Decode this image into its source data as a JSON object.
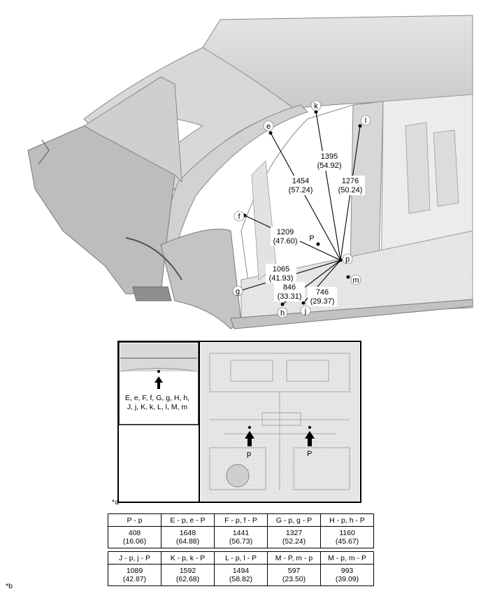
{
  "diagram": {
    "points": {
      "e": "e",
      "k": "k",
      "l": "l",
      "f": "f",
      "P": "P",
      "p": "p",
      "g": "g",
      "m": "m",
      "h": "h",
      "j": "j"
    },
    "measurements": [
      {
        "id": "p-k",
        "value": "1395",
        "inch": "(54.92)"
      },
      {
        "id": "p-e",
        "value": "1454",
        "inch": "(57.24)"
      },
      {
        "id": "p-l",
        "value": "1276",
        "inch": "(50.24)"
      },
      {
        "id": "p-f",
        "value": "1209",
        "inch": "(47.60)"
      },
      {
        "id": "p-g",
        "value": "1065",
        "inch": "(41.93)"
      },
      {
        "id": "p-h",
        "value": "846",
        "inch": "(33.31)"
      },
      {
        "id": "p-j",
        "value": "746",
        "inch": "(29.37)"
      }
    ]
  },
  "inset": {
    "legend_line1": "E, e, F, f, G, g, H, h,",
    "legend_line2": "J, j, K, k,  L, l, M, m",
    "floor_label_p": "p",
    "floor_label_P": "P"
  },
  "markers": {
    "a": "*a",
    "b": "*b"
  },
  "table": {
    "row1_headers": [
      "P - p",
      "E - p, e - P",
      "F - p, f - P",
      "G - p, g - P",
      "H - p, h - P"
    ],
    "row1_values": [
      [
        "408",
        "(16.06)"
      ],
      [
        "1648",
        "(64.88)"
      ],
      [
        "1441",
        "(56.73)"
      ],
      [
        "1327",
        "(52.24)"
      ],
      [
        "1160",
        "(45.67)"
      ]
    ],
    "row2_headers": [
      "J - p, j - P",
      "K - p, k - P",
      "L - p, l - P",
      "M - P, m - p",
      "M - p, m - P"
    ],
    "row2_values": [
      [
        "1089",
        "(42.87)"
      ],
      [
        "1592",
        "(62.68)"
      ],
      [
        "1494",
        "(58.82)"
      ],
      [
        "597",
        "(23.50)"
      ],
      [
        "993",
        "(39.09)"
      ]
    ]
  }
}
